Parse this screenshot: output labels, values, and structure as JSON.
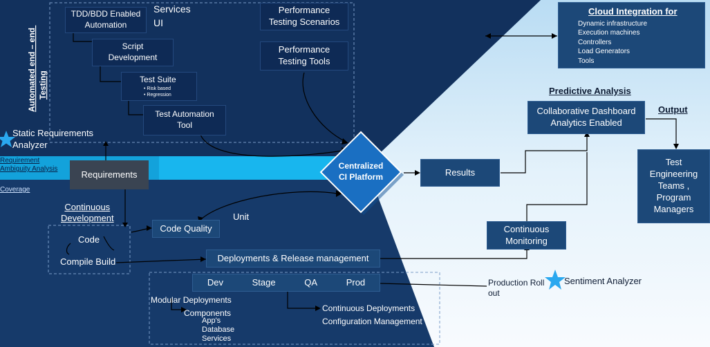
{
  "nodes": {
    "tdd_bdd": [
      "TDD/BDD Enabled",
      "Automation"
    ],
    "services": "Services",
    "ui": "UI",
    "script_dev": [
      "Script",
      "Development"
    ],
    "test_suite": "Test Suite",
    "test_suite_items": [
      "Risk based",
      "Regression"
    ],
    "test_automation_tool": [
      "Test Automation",
      "Tool"
    ],
    "perf_scenarios": [
      "Performance",
      "Testing Scenarios"
    ],
    "perf_tools": [
      "Performance",
      "Testing Tools"
    ],
    "static_req": [
      "Static Requirements",
      "Analyzer"
    ],
    "req_ambiguity": [
      "Requirement",
      "Ambiguity Analysis"
    ],
    "coverage": "Coverage",
    "requirements": "Requirements",
    "ci_platform": [
      "Centralized",
      "CI Platform"
    ],
    "results": "Results",
    "continuous_dev": [
      "Continuous",
      "Development"
    ],
    "code_quality": "Code Quality",
    "unit": "Unit",
    "code": "Code",
    "compile_build": "Compile Build",
    "deployments": "Deployments & Release management",
    "envs": [
      "Dev",
      "Stage",
      "QA",
      "Prod"
    ],
    "modular": "Modular Deployments",
    "components": "Components",
    "apps_db": [
      "App's",
      "Database",
      "Services"
    ],
    "cont_deploy": "Continuous Deployments",
    "config_mgmt": "Configuration Management",
    "production_rollout": [
      "Production Roll",
      "out"
    ],
    "sentiment": "Sentiment Analyzer",
    "cont_monitoring": [
      "Continuous",
      "Monitoring"
    ],
    "predictive": "Predictive Analysis",
    "dashboard": [
      "Collaborative Dashboard",
      "Analytics Enabled"
    ],
    "output": "Output",
    "test_teams": [
      "Test",
      "Engineering",
      "Teams ,",
      "Program",
      "Managers"
    ],
    "cloud_title": "Cloud Integration for",
    "cloud_items": [
      "Dynamic infrastructure",
      "Execution machines",
      "Controllers",
      "Load Generators",
      "Tools"
    ],
    "automated_e2e": [
      "Automated end – end",
      "Testing"
    ]
  },
  "colors": {
    "navy": "#163a6a",
    "box_dark": "#0e2a55",
    "box_mid": "#1c4878",
    "cyan_band": "#18b6ee",
    "diamond": "#1a6fc2",
    "sky": "#d6ecf8",
    "star": "#2aa8ef",
    "gray_box": "#3a4452"
  }
}
